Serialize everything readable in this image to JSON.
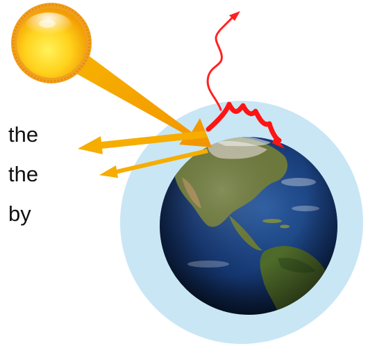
{
  "side_text": [
    "the",
    "the",
    "by"
  ],
  "colors": {
    "atmosphere": "#c9e6f5",
    "sun_core": "#ffe600",
    "sun_edge": "#f29a00",
    "incoming_beam": "#f5a400",
    "reflected_beam": "#f5ac00",
    "infrared_wave": "#ff1a1a",
    "ocean": "#0d2a5c",
    "land": "#6f7d3a"
  },
  "icons": [
    "sun-icon",
    "earth-icon"
  ]
}
